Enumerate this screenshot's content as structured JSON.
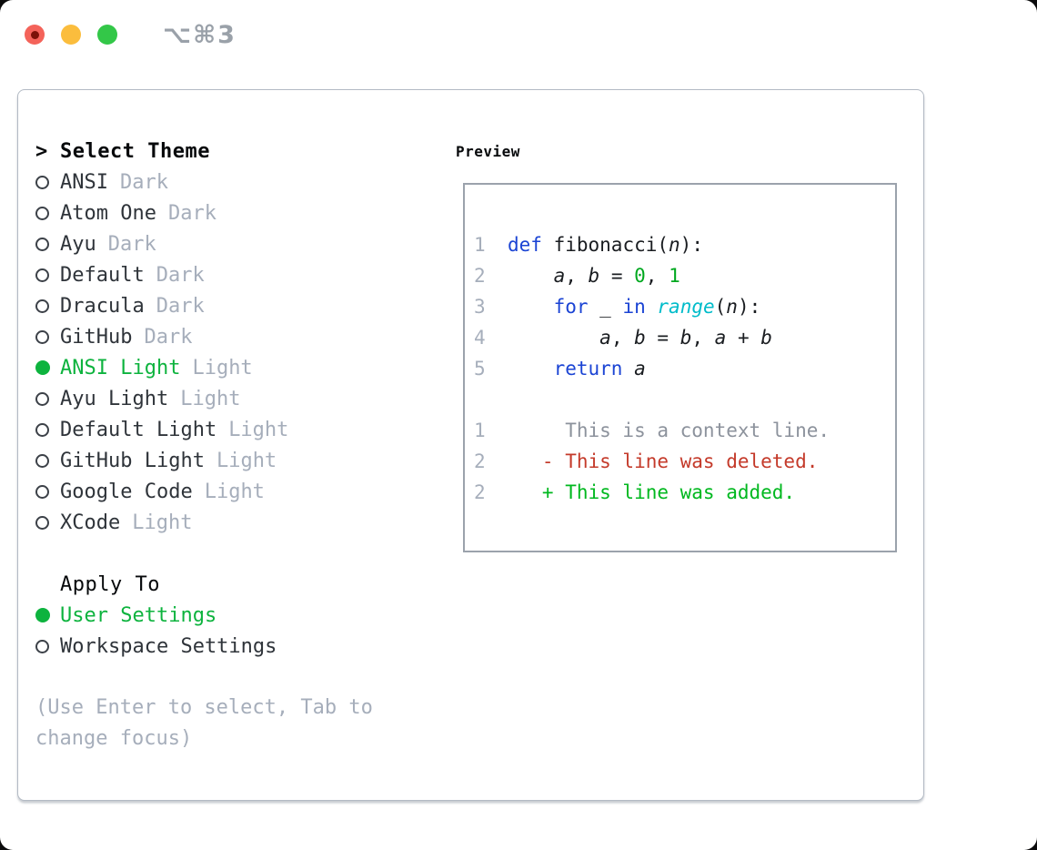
{
  "titlebar": {
    "shortcut_label": "⌥⌘3"
  },
  "picker": {
    "pointer": ">",
    "header": "Select Theme",
    "themes": [
      {
        "name": "ANSI",
        "tag": "Dark",
        "selected": false
      },
      {
        "name": "Atom One",
        "tag": "Dark",
        "selected": false
      },
      {
        "name": "Ayu",
        "tag": "Dark",
        "selected": false
      },
      {
        "name": "Default",
        "tag": "Dark",
        "selected": false
      },
      {
        "name": "Dracula",
        "tag": "Dark",
        "selected": false
      },
      {
        "name": "GitHub",
        "tag": "Dark",
        "selected": false
      },
      {
        "name": "ANSI Light",
        "tag": "Light",
        "selected": true
      },
      {
        "name": "Ayu Light",
        "tag": "Light",
        "selected": false
      },
      {
        "name": "Default Light",
        "tag": "Light",
        "selected": false
      },
      {
        "name": "GitHub Light",
        "tag": "Light",
        "selected": false
      },
      {
        "name": "Google Code",
        "tag": "Light",
        "selected": false
      },
      {
        "name": "XCode",
        "tag": "Light",
        "selected": false
      }
    ],
    "apply_to": {
      "header": "Apply To",
      "options": [
        {
          "label": "User Settings",
          "selected": true
        },
        {
          "label": "Workspace Settings",
          "selected": false
        }
      ]
    },
    "hint_lines": [
      "(Use Enter to select, Tab to",
      "change focus)"
    ]
  },
  "preview": {
    "header": "Preview",
    "code_lines": [
      {
        "num": "1",
        "segments": [
          {
            "t": "def",
            "c": "kw"
          },
          {
            "t": " fibonacci(",
            "c": "fg"
          },
          {
            "t": "n",
            "c": "var"
          },
          {
            "t": "):",
            "c": "fg"
          }
        ]
      },
      {
        "num": "2",
        "segments": [
          {
            "t": "    ",
            "c": "fg"
          },
          {
            "t": "a",
            "c": "var"
          },
          {
            "t": ", ",
            "c": "fg"
          },
          {
            "t": "b",
            "c": "var"
          },
          {
            "t": " = ",
            "c": "fg"
          },
          {
            "t": "0",
            "c": "num"
          },
          {
            "t": ", ",
            "c": "fg"
          },
          {
            "t": "1",
            "c": "num"
          }
        ]
      },
      {
        "num": "3",
        "segments": [
          {
            "t": "    ",
            "c": "fg"
          },
          {
            "t": "for",
            "c": "kw"
          },
          {
            "t": " _ ",
            "c": "fg"
          },
          {
            "t": "in",
            "c": "kw"
          },
          {
            "t": " ",
            "c": "fg"
          },
          {
            "t": "range",
            "c": "builtin"
          },
          {
            "t": "(",
            "c": "fg"
          },
          {
            "t": "n",
            "c": "var"
          },
          {
            "t": "):",
            "c": "fg"
          }
        ]
      },
      {
        "num": "4",
        "segments": [
          {
            "t": "        ",
            "c": "fg"
          },
          {
            "t": "a",
            "c": "var"
          },
          {
            "t": ", ",
            "c": "fg"
          },
          {
            "t": "b",
            "c": "var"
          },
          {
            "t": " = ",
            "c": "fg"
          },
          {
            "t": "b",
            "c": "var"
          },
          {
            "t": ", ",
            "c": "fg"
          },
          {
            "t": "a",
            "c": "var"
          },
          {
            "t": " + ",
            "c": "fg"
          },
          {
            "t": "b",
            "c": "var"
          }
        ]
      },
      {
        "num": "5",
        "segments": [
          {
            "t": "    ",
            "c": "fg"
          },
          {
            "t": "return",
            "c": "kw"
          },
          {
            "t": " ",
            "c": "fg"
          },
          {
            "t": "a",
            "c": "var"
          }
        ]
      }
    ],
    "diff_lines": [
      {
        "num": "1",
        "text": "     This is a context line.",
        "type": "context"
      },
      {
        "num": "2",
        "text": "   - This line was deleted.",
        "type": "deleted"
      },
      {
        "num": "2",
        "text": "   + This line was added.",
        "type": "added"
      }
    ]
  },
  "colors": {
    "fg": "#1a1d21",
    "kw": "#1b44d4",
    "builtin": "#00bcca",
    "num": "#00a81f",
    "sel": "#0db33e",
    "add": "#00b81f",
    "del": "#c43a2a",
    "label": "#2f343a",
    "muted": "#a6aebb",
    "ctx": "#8c929c",
    "lineno": "#a6aebb",
    "header": "#07090b",
    "ring": "#3c4148",
    "panel_border": "#b3bac4",
    "box_border": "#9ba2ac",
    "title_gray": "#9aa1a9",
    "tl_red": "#f4635a",
    "tl_red_dot": "#7c1208",
    "tl_yellow": "#fbbd3d",
    "tl_green": "#33c748"
  }
}
